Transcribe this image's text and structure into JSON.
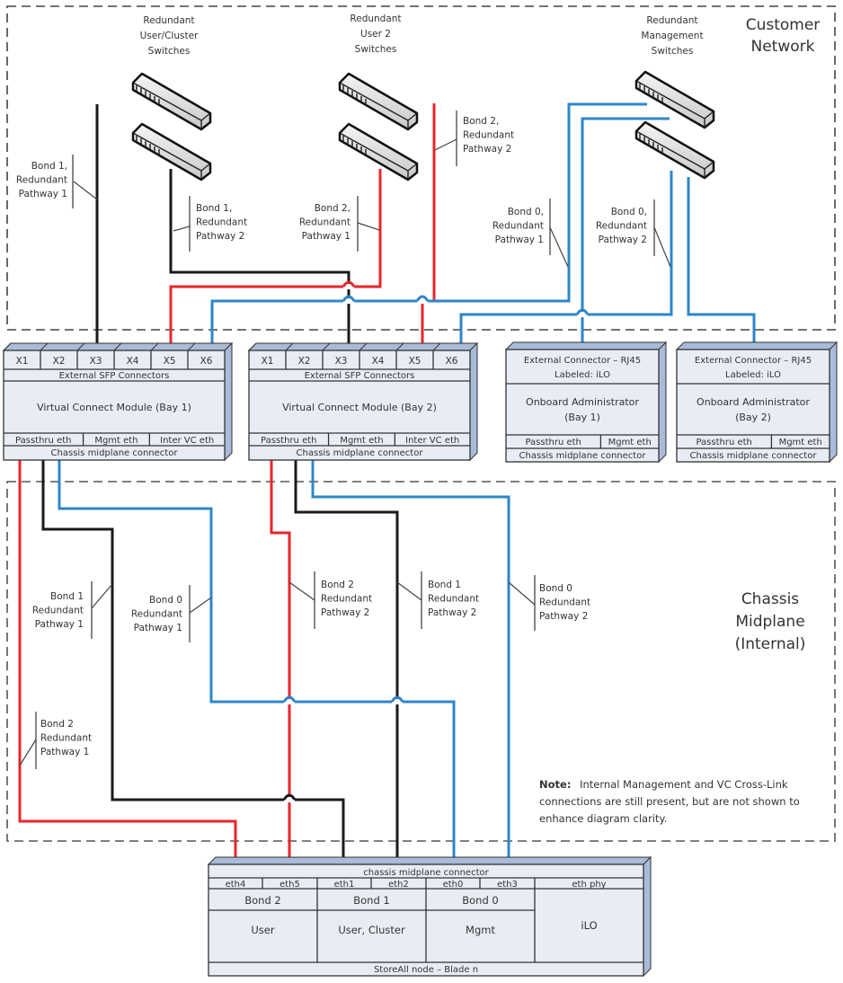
{
  "zones": {
    "customer_network": [
      "Customer",
      "Network"
    ],
    "chassis_midplane": [
      "Chassis",
      "Midplane",
      "(Internal)"
    ]
  },
  "switch_groups": [
    {
      "id": "user-cluster",
      "label": [
        "Redundant",
        "User/Cluster",
        "Switches"
      ]
    },
    {
      "id": "user2",
      "label": [
        "Redundant",
        "User 2",
        "Switches"
      ]
    },
    {
      "id": "management",
      "label": [
        "Redundant",
        "Management",
        "Switches"
      ]
    }
  ],
  "colors": {
    "bond0": "#2e86c8",
    "bond1": "#1a1a1a",
    "bond2": "#e8262a",
    "box_fill": "#e8edf5",
    "box_side": "#a9bbd9",
    "zone_border": "#555555"
  },
  "vc_modules": [
    {
      "title": "Virtual Connect Module (Bay 1)",
      "ports": [
        "X1",
        "X2",
        "X3",
        "X4",
        "X5",
        "X6"
      ],
      "ports_label": "External SFP Connectors",
      "eth": [
        "Passthru eth",
        "Mgmt eth",
        "Inter VC eth"
      ],
      "midplane": "Chassis midplane connector"
    },
    {
      "title": "Virtual Connect Module (Bay 2)",
      "ports": [
        "X1",
        "X2",
        "X3",
        "X4",
        "X5",
        "X6"
      ],
      "ports_label": "External SFP Connectors",
      "eth": [
        "Passthru eth",
        "Mgmt eth",
        "Inter VC eth"
      ],
      "midplane": "Chassis midplane connector"
    }
  ],
  "oa_modules": [
    {
      "connector": [
        "External Connector – RJ45",
        "Labeled: iLO"
      ],
      "title": [
        "Onboard Administrator",
        "(Bay 1)"
      ],
      "eth": [
        "Passthru eth",
        "Mgmt eth"
      ],
      "midplane": "Chassis midplane connector"
    },
    {
      "connector": [
        "External Connector – RJ45",
        "Labeled: iLO"
      ],
      "title": [
        "Onboard Administrator",
        "(Bay 2)"
      ],
      "eth": [
        "Passthru eth",
        "Mgmt eth"
      ],
      "midplane": "Chassis midplane connector"
    }
  ],
  "pathway_labels_top": [
    [
      "Bond 1,",
      "Redundant",
      "Pathway 1"
    ],
    [
      "Bond 1,",
      "Redundant",
      "Pathway 2"
    ],
    [
      "Bond 2,",
      "Redundant",
      "Pathway 1"
    ],
    [
      "Bond 2,",
      "Redundant",
      "Pathway 2"
    ],
    [
      "Bond 0,",
      "Redundant",
      "Pathway 1"
    ],
    [
      "Bond 0,",
      "Redundant",
      "Pathway 2"
    ]
  ],
  "pathway_labels_mid": [
    [
      "Bond 1",
      "Redundant",
      "Pathway 1"
    ],
    [
      "Bond 0",
      "Redundant",
      "Pathway 1"
    ],
    [
      "Bond 2",
      "Redundant",
      "Pathway 2"
    ],
    [
      "Bond 1",
      "Redundant",
      "Pathway 2"
    ],
    [
      "Bond 0",
      "Redundant",
      "Pathway 2"
    ],
    [
      "Bond 2",
      "Redundant",
      "Pathway 1"
    ]
  ],
  "note": {
    "bold": "Note:",
    "lines": [
      "Internal Management and VC Cross-Link",
      "connections are still present, but are not shown to",
      "enhance diagram clarity."
    ]
  },
  "blade": {
    "midplane": "chassis midplane connector",
    "eth": [
      "eth4",
      "eth5",
      "eth1",
      "eth2",
      "eth0",
      "eth3",
      "eth phy"
    ],
    "bonds": [
      "Bond 2",
      "Bond 1",
      "Bond 0"
    ],
    "roles": [
      "User",
      "User, Cluster",
      "Mgmt",
      "iLO"
    ],
    "footer": "StoreAll node – Blade n"
  }
}
